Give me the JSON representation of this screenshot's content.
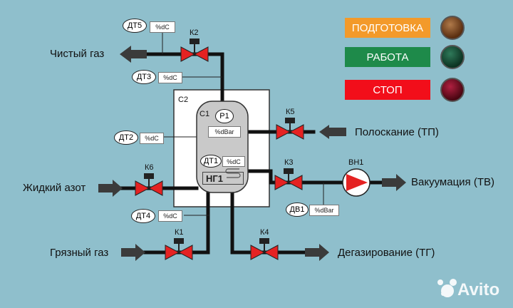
{
  "labels": {
    "clean_gas": "Чистый газ",
    "liquid_nitrogen": "Жидкий азот",
    "dirty_gas": "Грязный газ",
    "rinse": "Полоскание (ТП)",
    "vacuum": "Вакуумация (ТВ)",
    "degas": "Дегазирование (ТГ)"
  },
  "valves": {
    "k1": "К1",
    "k2": "К2",
    "k3": "К3",
    "k4": "К4",
    "k5": "К5",
    "k6": "К6"
  },
  "sensors": {
    "dt1": {
      "name": "ДТ1",
      "unit": "%dC"
    },
    "dt2": {
      "name": "ДТ2",
      "unit": "%dC"
    },
    "dt3": {
      "name": "ДТ3",
      "unit": "%dC"
    },
    "dt4": {
      "name": "ДТ4",
      "unit": "%dC"
    },
    "dt5": {
      "name": "ДТ5",
      "unit": "%dC"
    },
    "p1": {
      "name": "Р1",
      "unit": "%dBar"
    },
    "dv1": {
      "name": "ДВ1",
      "unit": "%dBar"
    }
  },
  "vessel": {
    "c2": "С2",
    "c1": "С1",
    "heater": "НГ1"
  },
  "pump": {
    "name": "ВН1"
  },
  "buttons": {
    "prepare": "ПОДГОТОВКА",
    "run": "РАБОТА",
    "stop": "СТОП"
  },
  "colors": {
    "prepare": "#f39a2a",
    "run": "#1e8a4a",
    "stop": "#f20e1a",
    "valve": "#e52222",
    "pipe": "#111111"
  },
  "watermark": "Avito"
}
